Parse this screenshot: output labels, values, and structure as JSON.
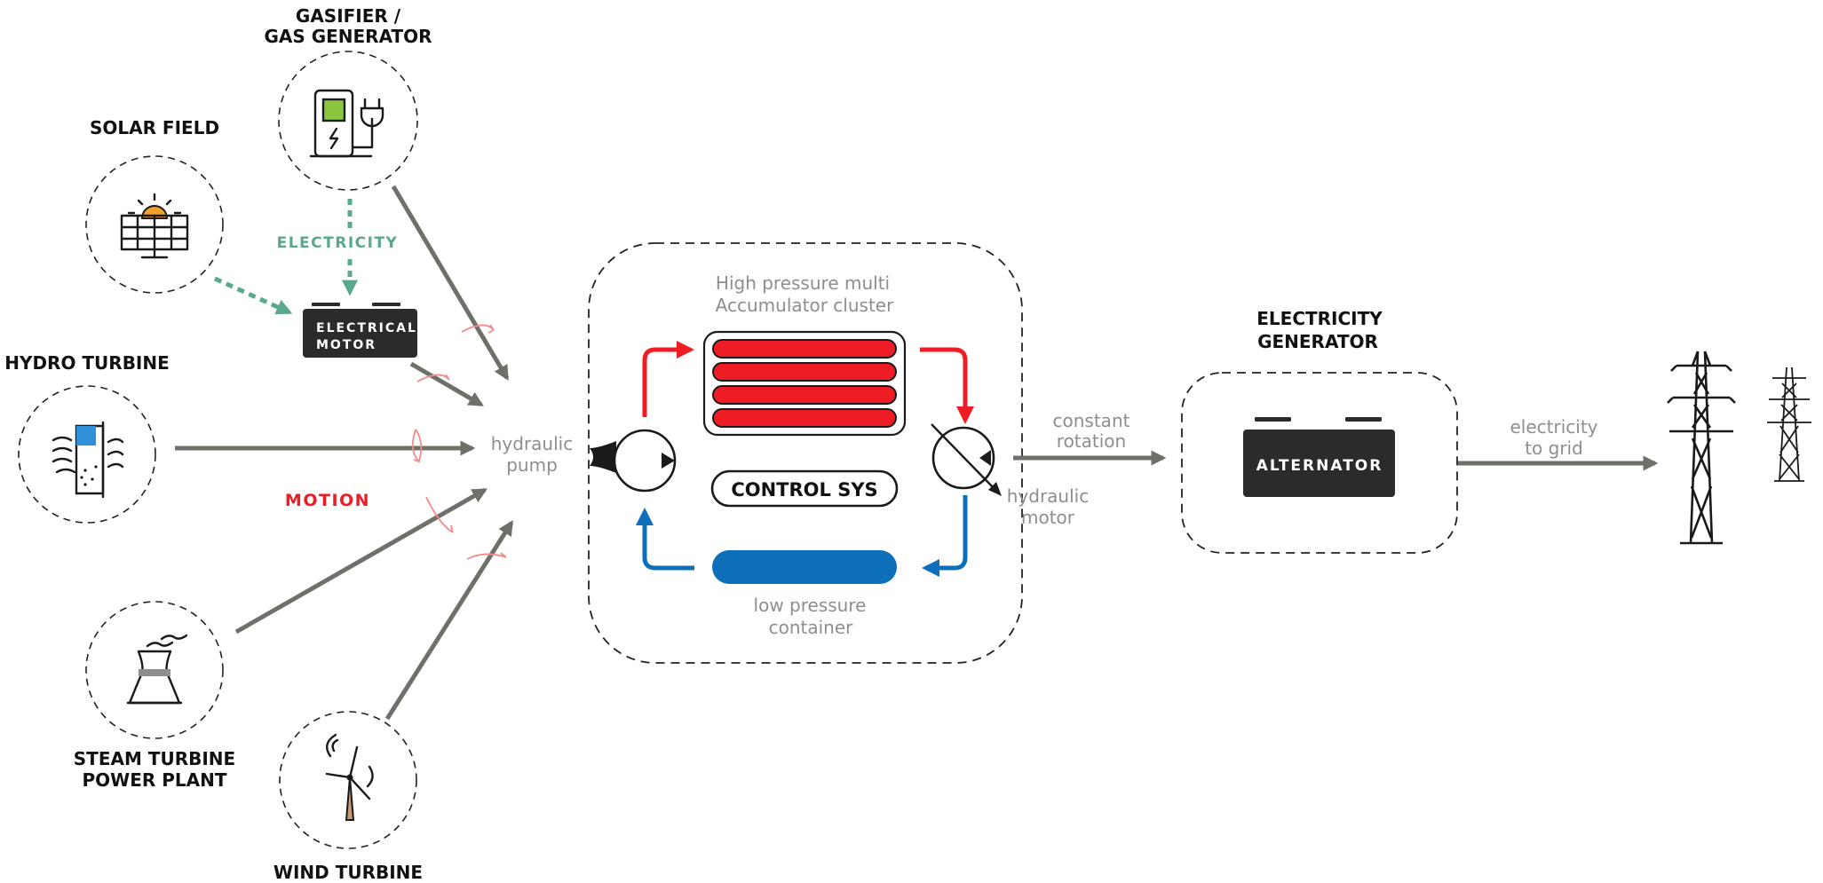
{
  "sources": {
    "gasifier": {
      "label_line1": "GASIFIER /",
      "label_line2": "GAS GENERATOR"
    },
    "solar": {
      "label": "SOLAR FIELD"
    },
    "hydro": {
      "label": "HYDRO TURBINE"
    },
    "steam": {
      "label_line1": "STEAM TURBINE",
      "label_line2": "POWER PLANT"
    },
    "wind": {
      "label": "WIND TURBINE"
    }
  },
  "flow_labels": {
    "electricity": "ELECTRICITY",
    "motion": "MOTION"
  },
  "electrical_motor": {
    "line1": "ELECTRICAL",
    "line2": "MOTOR"
  },
  "hydraulic_pump": {
    "line1": "hydraulic",
    "line2": "pump"
  },
  "accumulator": {
    "label_line1": "High pressure multi",
    "label_line2": "Accumulator cluster",
    "cylinder_count": 4
  },
  "control_system": {
    "label": "CONTROL SYS"
  },
  "low_pressure": {
    "line1": "low pressure",
    "line2": "container"
  },
  "hydraulic_motor": {
    "line1": "hydraulic",
    "line2": "motor"
  },
  "constant_rotation": {
    "line1": "constant",
    "line2": "rotation"
  },
  "generator": {
    "title_line1": "ELECTRICITY",
    "title_line2": "GENERATOR",
    "alternator_label": "ALTERNATOR"
  },
  "grid": {
    "line1": "electricity",
    "line2": "to grid"
  },
  "colors": {
    "flow_gray": "#6e706a",
    "electricity_green": "#5aa98a",
    "motion_red": "#ee1c24",
    "high_pressure_red": "#ee1c24",
    "low_pressure_blue": "#0d6fba",
    "dark_box": "#2b2b2b",
    "solar_sun": "#f2a02c",
    "gas_screen": "#8cc63f",
    "hydro_blue": "#2f8fd8",
    "wind_tower": "#c49a74"
  },
  "icons": {
    "gasifier": "gas-generator-icon",
    "solar": "solar-panel-icon",
    "hydro": "hydro-turbine-icon",
    "steam": "cooling-tower-icon",
    "wind": "wind-turbine-icon",
    "grid": "transmission-tower-icon"
  }
}
